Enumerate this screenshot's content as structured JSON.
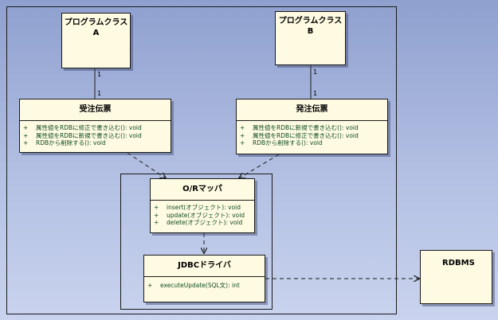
{
  "diagram": {
    "classes": {
      "program_a": {
        "name": "プログラムクラスA"
      },
      "program_b": {
        "name": "プログラムクラスB"
      },
      "juchu": {
        "name": "受注伝票",
        "ops": [
          {
            "vis": "+",
            "sig": "属性値をRDBに修正で書き込む(): void"
          },
          {
            "vis": "+",
            "sig": "属性値をRDBに新規で書き込む(): void"
          },
          {
            "vis": "+",
            "sig": "RDBから削除する(): void"
          }
        ]
      },
      "hatchu": {
        "name": "発注伝票",
        "ops": [
          {
            "vis": "+",
            "sig": "属性値をRDBに新規で書き込む(): void"
          },
          {
            "vis": "+",
            "sig": "属性値をRDBに修正で書き込む(): void"
          },
          {
            "vis": "+",
            "sig": "RDBから削除する(): void"
          }
        ]
      },
      "or_mapper": {
        "name": "O/Rマッパ",
        "ops": [
          {
            "vis": "+",
            "sig": "insert(オブジェクト): void"
          },
          {
            "vis": "+",
            "sig": "update(オブジェクト): void"
          },
          {
            "vis": "+",
            "sig": "delete(オブジェクト): void"
          }
        ]
      },
      "jdbc": {
        "name": "JDBCドライバ",
        "ops": [
          {
            "vis": "+",
            "sig": "executeUpdate(SQL文): int"
          }
        ]
      },
      "rdbms": {
        "name": "RDBMS"
      }
    },
    "multiplicities": {
      "a_top": "1",
      "a_bottom": "1",
      "b_top": "1",
      "b_bottom": "1"
    },
    "colors": {
      "class_fill": "#fffbe2",
      "operation_text": "#0c4a1e",
      "line": "#1a1a1a",
      "background_top": "#8fa0cf",
      "background_bottom": "#c9d3ee"
    }
  }
}
